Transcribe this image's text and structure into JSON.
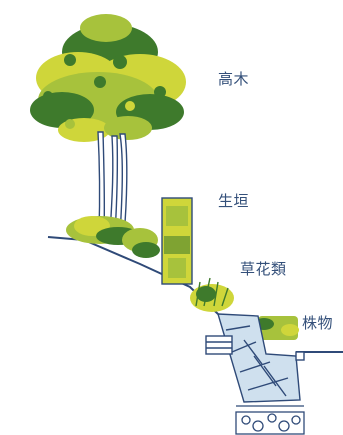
{
  "labels": {
    "tall_tree": "高木",
    "hedge": "生垣",
    "flowers": "草花類",
    "shrubs": "株物"
  },
  "colors": {
    "leaf_light": "#cfd63a",
    "leaf_mid": "#a7c23c",
    "leaf_dark": "#3e7a2c",
    "line": "#2f4a78",
    "stone": "#cfe0ee",
    "trunk": "#ffffff",
    "label_text": "#34507a"
  }
}
